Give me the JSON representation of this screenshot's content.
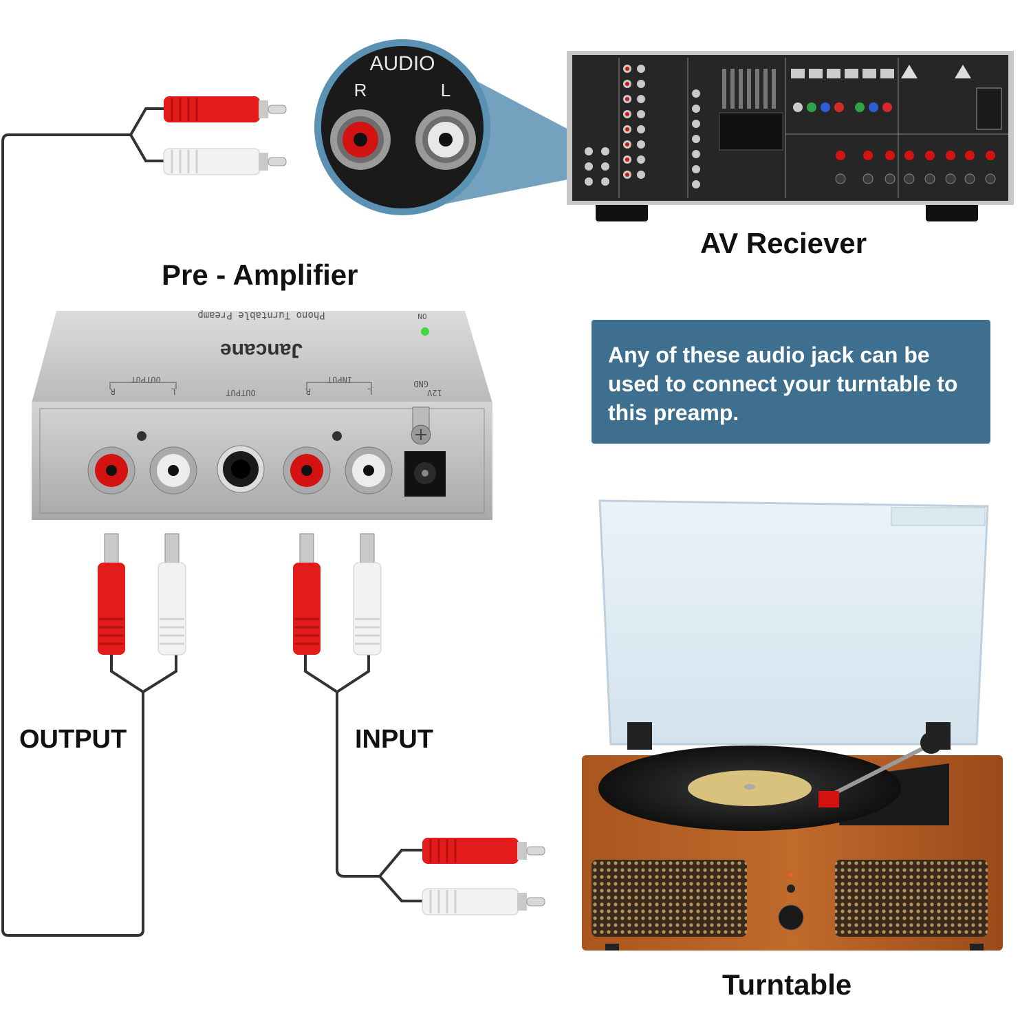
{
  "labels": {
    "preamp_title": "Pre - Amplifier",
    "avr_title": "AV Reciever",
    "turntable_title": "Turntable",
    "output_label": "OUTPUT",
    "input_label": "INPUT"
  },
  "callout": {
    "text": "Any of these audio jack can be used to connect your turntable to this preamp."
  },
  "zoom_panel": {
    "heading": "AUDIO",
    "right": "R",
    "left": "L"
  },
  "preamp": {
    "brand": "Jancane",
    "model_text": "Phono Turntable Preamp",
    "power_led": "ON",
    "output_group": "OUTPUT",
    "output_jack": "OUTPUT",
    "input_group": "INPUT",
    "power_input": "12V",
    "ground": "GND",
    "channel_r": "R",
    "channel_l": "L"
  },
  "colors": {
    "info_box": "#3e6f8e",
    "rca_red": "#e31b1b",
    "rca_white": "#f0f0f0",
    "cable": "#333333"
  }
}
